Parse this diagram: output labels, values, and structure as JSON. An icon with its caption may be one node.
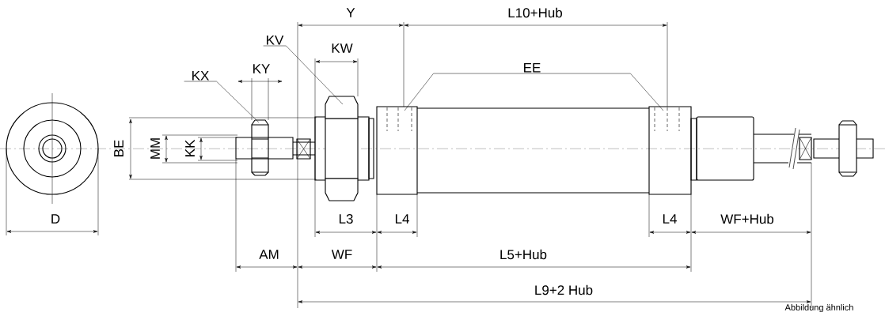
{
  "diagram": {
    "nodes": [
      {
        "text": [
          "KV"
        ]
      },
      {
        "text": [
          "KX"
        ]
      },
      {
        "text": [
          "EE"
        ]
      }
    ],
    "edges": [
      {
        "from": 0,
        "to": null,
        "arrow": "none"
      },
      {
        "from": 1,
        "to": null,
        "arrow": "none"
      },
      {
        "from": 2,
        "to": null,
        "arrow": "none"
      },
      {
        "from": 2,
        "to": null,
        "arrow": "none"
      }
    ],
    "labels": [
      "Y",
      "L10+Hub",
      "KW",
      "KY",
      "BE",
      "MM",
      "KK",
      "D",
      "L3",
      "L4",
      "L4",
      "WF+Hub",
      "AM",
      "WF",
      "L5+Hub",
      "L9+2 Hub",
      "Abbildung ähnlich"
    ]
  }
}
